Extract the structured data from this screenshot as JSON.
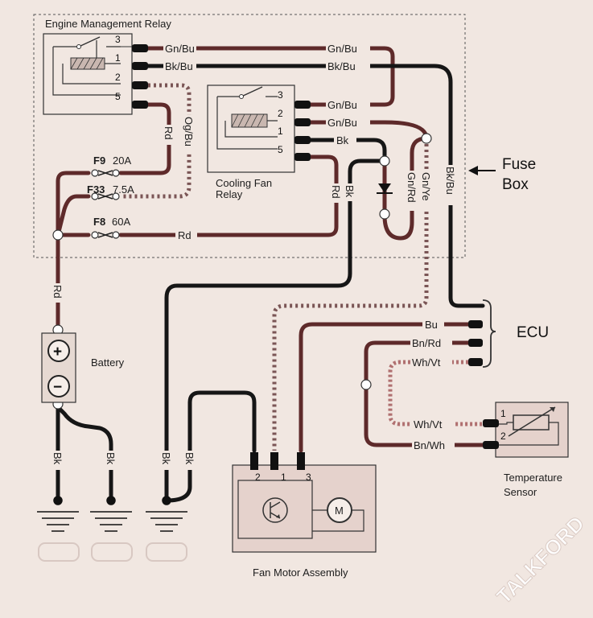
{
  "labels": {
    "emr": "Engine Management Relay",
    "cfr_line1": "Cooling Fan",
    "cfr_line2": "Relay",
    "fuse_box_line1": "Fuse",
    "fuse_box_line2": "Box",
    "ecu": "ECU",
    "battery": "Battery",
    "temp_line1": "Temperature",
    "temp_line2": "Sensor",
    "fan_motor": "Fan Motor Assembly",
    "watermark": "TALKFORD"
  },
  "fuses": [
    {
      "id": "F9",
      "rating": "20A"
    },
    {
      "id": "F33",
      "rating": "7.5A"
    },
    {
      "id": "F8",
      "rating": "60A"
    }
  ],
  "wire_labels": {
    "gn_bu": "Gn/Bu",
    "bk_bu": "Bk/Bu",
    "og_bu": "Og/Bu",
    "rd": "Rd",
    "bk": "Bk",
    "gn_rd": "Gn/Rd",
    "gn_ye": "Gn/Ye",
    "bu": "Bu",
    "bn_rd": "Bn/Rd",
    "wh_vt": "Wh/Vt",
    "bn_wh": "Bn/Wh"
  },
  "pins": {
    "emr": [
      "3",
      "1",
      "2",
      "5"
    ],
    "cfr": [
      "3",
      "2",
      "1",
      "5"
    ],
    "fan": [
      "2",
      "1",
      "3"
    ],
    "temp": [
      "1",
      "2"
    ]
  },
  "symbols": {
    "plus": "+",
    "minus": "−",
    "motor": "M"
  }
}
